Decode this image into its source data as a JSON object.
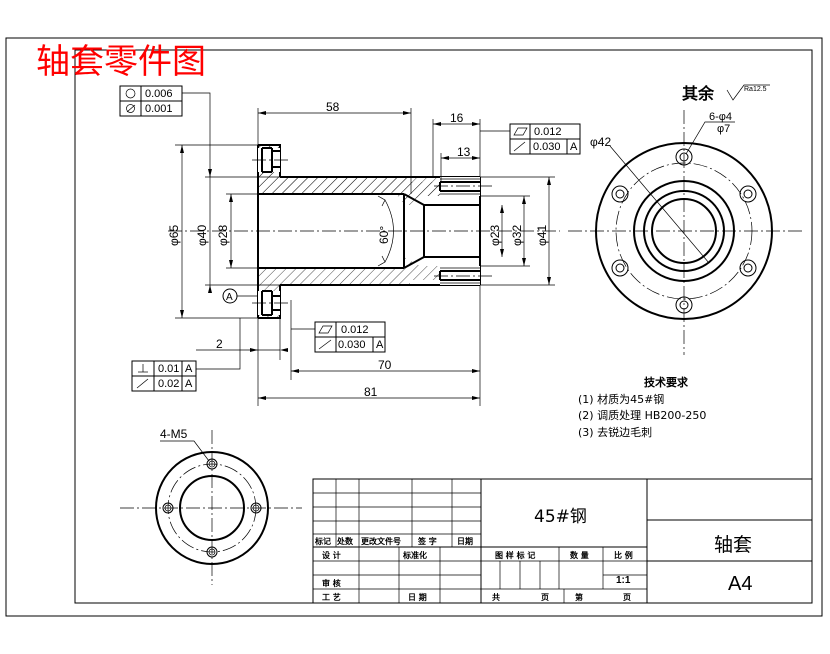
{
  "title": "轴套零件图",
  "roughness": {
    "label": "其余",
    "value": "Ra12.5"
  },
  "tolerances": {
    "top_left": {
      "circularity": "0.006",
      "runout": "0.001"
    },
    "top_right": {
      "flatness": "0.012",
      "runout": "0.030",
      "datum": "A"
    },
    "bottom_mid": {
      "flatness": "0.012",
      "runout": "0.030",
      "datum": "A"
    },
    "bottom_left": {
      "perp": "0.01",
      "perp_datum": "A",
      "runout": "0.02",
      "runout_datum": "A"
    }
  },
  "datum_label": "A",
  "dims": {
    "d58": "58",
    "d16": "16",
    "d13": "13",
    "d65": "φ65",
    "d40": "φ40",
    "d28": "φ28",
    "d60deg": "60°",
    "d23": "φ23",
    "d32": "φ32",
    "d41": "φ41",
    "d2": "2",
    "d70": "70",
    "d81": "81",
    "phi42": "φ42",
    "holes6": "6-φ4",
    "phi7": "φ7",
    "m5": "4-M5"
  },
  "tech_req": {
    "title": "技术要求",
    "items": [
      "(1) 材质为45#钢",
      "(2) 调质处理  HB200-250",
      "(3) 去锐边毛刺"
    ]
  },
  "title_block": {
    "material": "45#钢",
    "part_name": "轴套",
    "paper": "A4",
    "scale": "1:1",
    "labels": {
      "mark": "标记",
      "count": "处数",
      "file": "更改文件号",
      "sign": "签 字",
      "date": "日期",
      "design": "设 计",
      "standard": "标准化",
      "check": "审 核",
      "craft": "工 艺",
      "date2": "日 期",
      "stage": "图 样 标 记",
      "qty": "数 量",
      "ratio": "比 例",
      "total": "共",
      "page": "页",
      "nth": "第",
      "page2": "页"
    }
  }
}
